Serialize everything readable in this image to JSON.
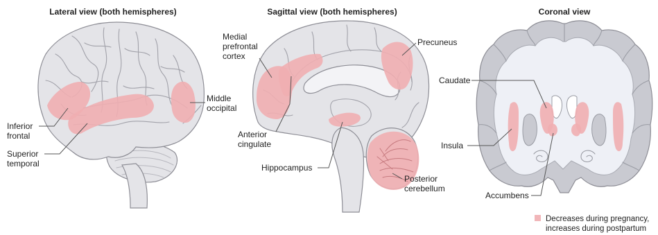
{
  "panels": {
    "lateral": {
      "title": "Lateral view (both hemispheres)",
      "labels": {
        "middle_occipital": [
          "Middle",
          "occipital"
        ],
        "inferior_frontal": [
          "Inferior",
          "frontal"
        ],
        "superior_temporal": [
          "Superior",
          "temporal"
        ]
      }
    },
    "sagittal": {
      "title": "Sagittal view (both hemispheres)",
      "labels": {
        "medial_prefrontal": [
          "Medial",
          "prefrontal",
          "cortex"
        ],
        "precuneus": [
          "Precuneus"
        ],
        "anterior_cingulate": [
          "Anterior",
          "cingulate"
        ],
        "hippocampus": [
          "Hippocampus"
        ],
        "posterior_cerebellum": [
          "Posterior",
          "cerebellum"
        ]
      }
    },
    "coronal": {
      "title": "Coronal view",
      "labels": {
        "caudate": [
          "Caudate"
        ],
        "insula": [
          "Insula"
        ],
        "accumbens": [
          "Accumbens"
        ]
      }
    }
  },
  "legend": {
    "lines": [
      "Decreases during pregnancy,",
      "increases during postpartum"
    ],
    "color": "#efaeb1"
  },
  "colors": {
    "highlight": "#efaeb1",
    "brain_fill": "#e4e4e8",
    "outline": "#8d8d95",
    "gray_matter": "#c9cad1"
  }
}
